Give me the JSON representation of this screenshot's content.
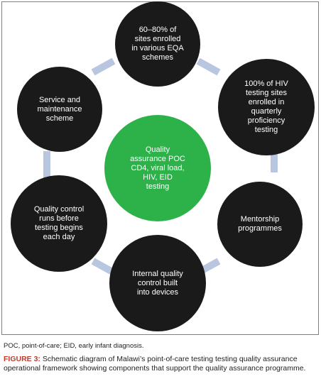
{
  "diagram": {
    "center": {
      "label": "Quality\nassurance POC\nCD4, viral load,\nHIV, EID\ntesting",
      "color": "#2db24a"
    },
    "node_color": "#1a1a1a",
    "connector_color": "#b8c7df",
    "nodes": [
      {
        "id": "eqa",
        "label": "60–80% of\nsites enrolled\nin various EQA\nschemes"
      },
      {
        "id": "proficiency",
        "label": "100% of HIV\ntesting sites\nenrolled in\nquarterly\nproficiency\ntesting"
      },
      {
        "id": "mentorship",
        "label": "Mentorship\nprogrammes"
      },
      {
        "id": "internal-qc",
        "label": "Internal quality\ncontrol built\ninto devices"
      },
      {
        "id": "qc-runs",
        "label": "Quality control\nruns before\ntesting begins\neach day"
      },
      {
        "id": "service",
        "label": "Service and\nmaintenance\nscheme"
      }
    ]
  },
  "footnote": "POC, point-of-care; EID, early infant diagnosis.",
  "caption": {
    "label": "FIGURE 3:",
    "text": " Schematic diagram of Malawi’s point-of-care testing testing quality assurance operational framework showing components that support the quality assurance programme."
  }
}
